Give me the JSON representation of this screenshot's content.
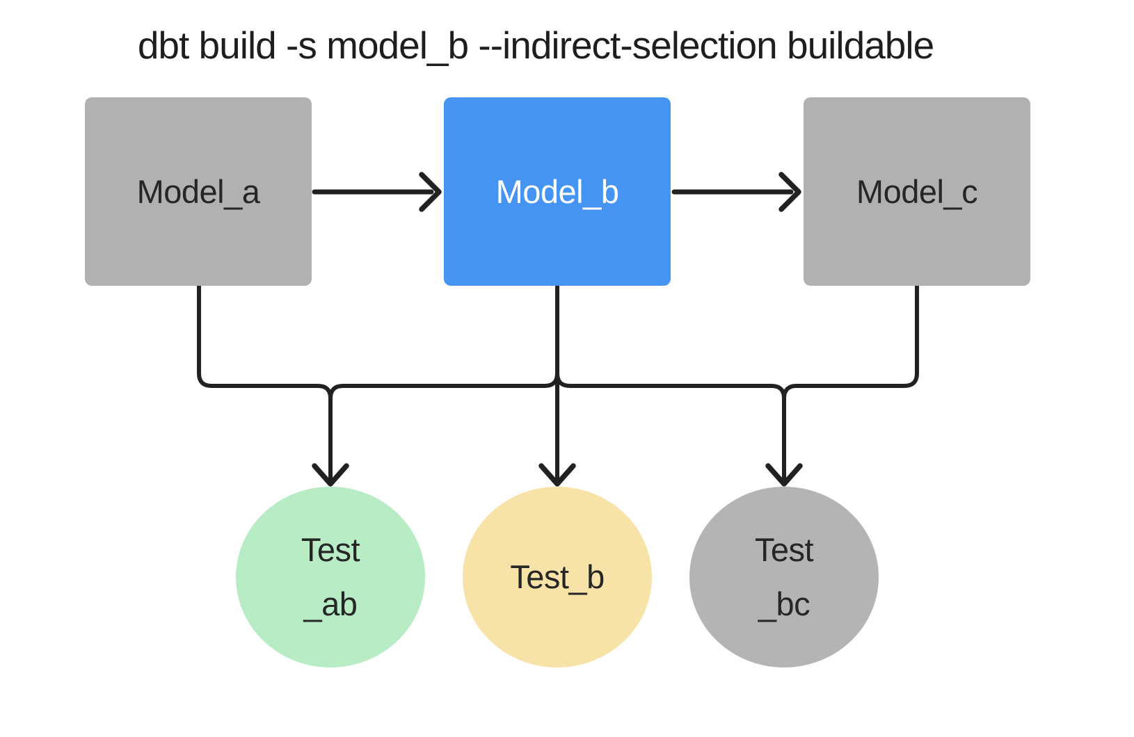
{
  "title": "dbt build -s model_b --indirect-selection buildable",
  "colors": {
    "background": "#ffffff",
    "model_unselected_fill": "#b1b1b1",
    "model_selected_fill": "#4694f1",
    "test_green_fill": "#b7ecc5",
    "test_yellow_fill": "#f7e3a7",
    "test_gray_fill": "#b4b4b4",
    "edge_stroke": "#212121",
    "text_dark": "#262626",
    "text_light": "#ffffff"
  },
  "models": [
    {
      "id": "model_a",
      "label": "Model_a",
      "fill": "#b1b1b1"
    },
    {
      "id": "model_b",
      "label": "Model_b",
      "fill": "#4694f1"
    },
    {
      "id": "model_c",
      "label": "Model_c",
      "fill": "#b1b1b1"
    }
  ],
  "tests": [
    {
      "id": "test_ab",
      "line1": "Test",
      "line2": "_ab",
      "fill": "#b7ecc5"
    },
    {
      "id": "test_b",
      "line1": "Test_b",
      "line2": "",
      "fill": "#f7e3a7"
    },
    {
      "id": "test_bc",
      "line1": "Test",
      "line2": "_bc",
      "fill": "#b4b4b4"
    }
  ],
  "edges": [
    {
      "from": "model_a",
      "to": "model_b"
    },
    {
      "from": "model_b",
      "to": "model_c"
    },
    {
      "from": "model_a",
      "to": "test_ab"
    },
    {
      "from": "model_b",
      "to": "test_ab"
    },
    {
      "from": "model_b",
      "to": "test_b"
    },
    {
      "from": "model_b",
      "to": "test_bc"
    },
    {
      "from": "model_c",
      "to": "test_bc"
    }
  ]
}
